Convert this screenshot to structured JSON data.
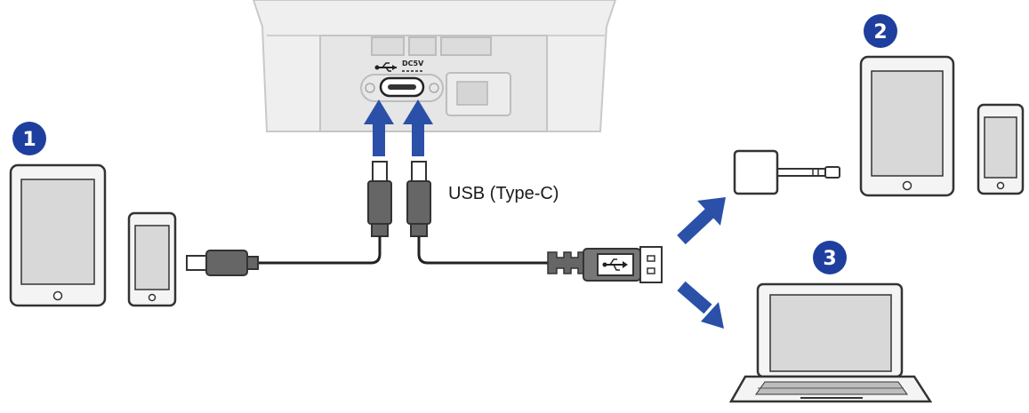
{
  "badges": [
    "1",
    "2",
    "3"
  ],
  "cable_label": "USB (Type-C)",
  "port_label": "DC5V",
  "colors": {
    "badge": "#1f3f9e",
    "arrow": "#2b50a8",
    "device_body": "#f2f2f2",
    "device_outline": "#333333",
    "screen": "#d8d8d8",
    "connector": "#555555",
    "recorder": "#e9e9e9"
  },
  "icons": [
    "usb-icon",
    "arrow-up-icon",
    "arrow-right-icon"
  ]
}
